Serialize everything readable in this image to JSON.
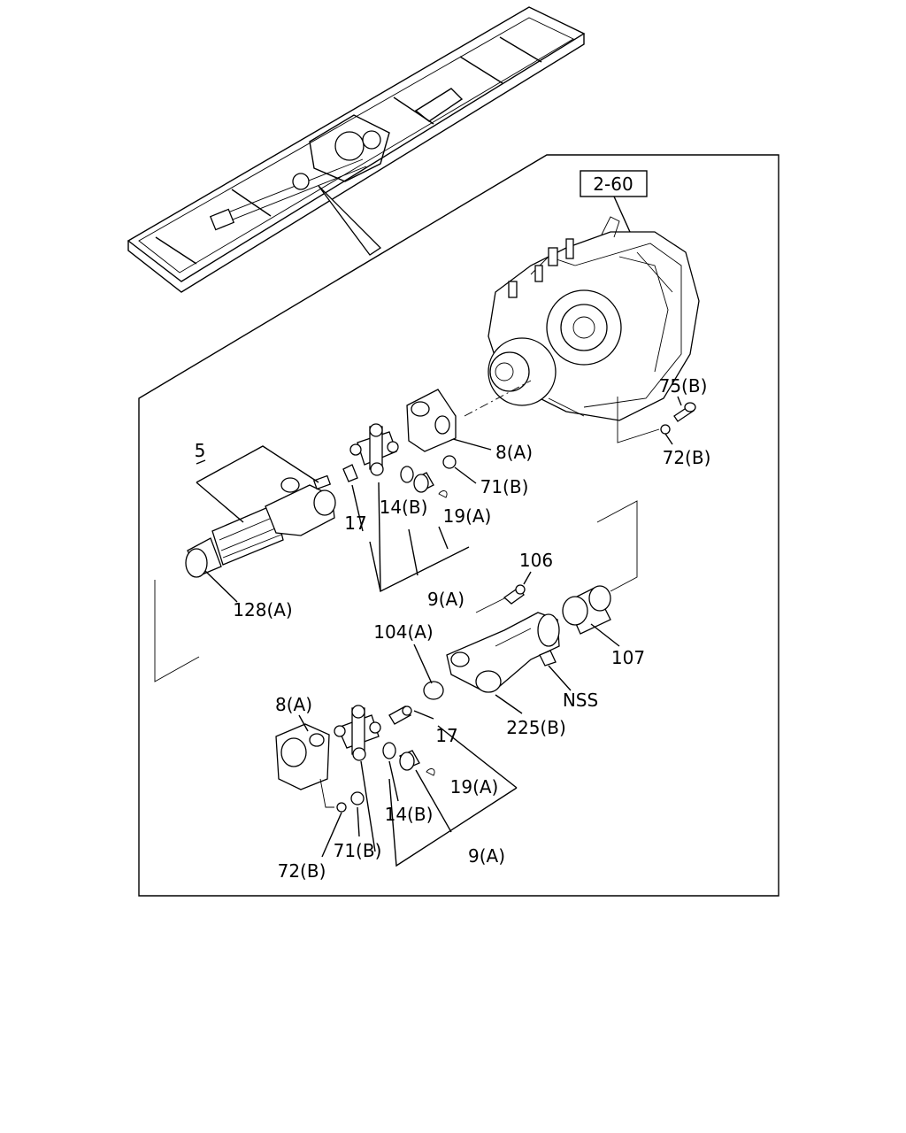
{
  "ref_box": "2-60",
  "callouts": {
    "c5": "5",
    "c8a_top": "8(A)",
    "c71b_top": "71(B)",
    "c75b": "75(B)",
    "c72b_top": "72(B)",
    "c17_top": "17",
    "c14b_top": "14(B)",
    "c19a_top": "19(A)",
    "c9a_top": "9(A)",
    "c128a": "128(A)",
    "c106": "106",
    "c107": "107",
    "c104a": "104(A)",
    "cnss": "NSS",
    "c225b": "225(B)",
    "c8a_bot": "8(A)",
    "c17_bot": "17",
    "c19a_bot": "19(A)",
    "c14b_bot": "14(B)",
    "c71b_bot": "71(B)",
    "c9a_bot": "9(A)",
    "c72b_bot": "72(B)"
  }
}
